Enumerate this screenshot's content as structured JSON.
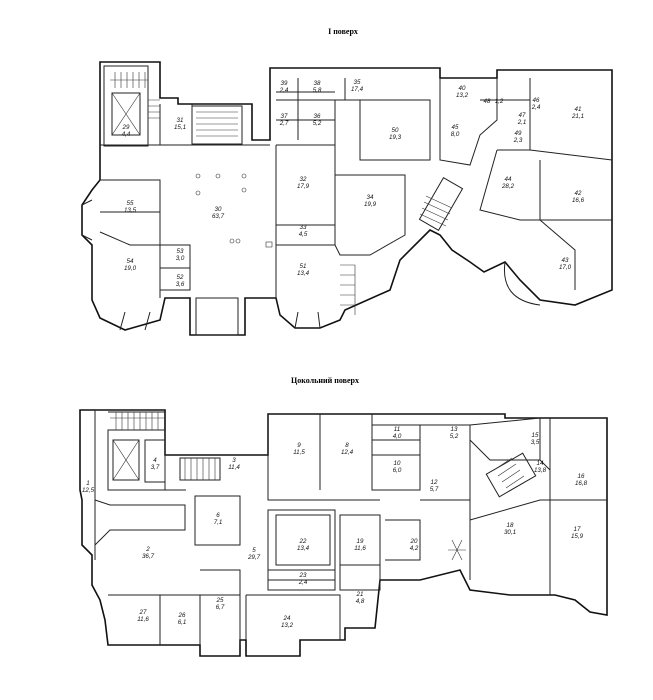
{
  "floors": [
    {
      "title": "І поверх",
      "rooms": [
        {
          "num": "29",
          "area": "4,4"
        },
        {
          "num": "31",
          "area": "15,1"
        },
        {
          "num": "30",
          "area": "63,7"
        },
        {
          "num": "55",
          "area": "13,5"
        },
        {
          "num": "54",
          "area": "19,0"
        },
        {
          "num": "53",
          "area": "3,0"
        },
        {
          "num": "52",
          "area": "3,6"
        },
        {
          "num": "39",
          "area": "2,4"
        },
        {
          "num": "38",
          "area": "5,8"
        },
        {
          "num": "37",
          "area": "2,7"
        },
        {
          "num": "36",
          "area": "5,2"
        },
        {
          "num": "35",
          "area": "17,4"
        },
        {
          "num": "32",
          "area": "17,9"
        },
        {
          "num": "33",
          "area": "4,5"
        },
        {
          "num": "51",
          "area": "13,4"
        },
        {
          "num": "34",
          "area": "19,9"
        },
        {
          "num": "50",
          "area": "19,3"
        },
        {
          "num": "40",
          "area": "13,2"
        },
        {
          "num": "48",
          "area": "1,2"
        },
        {
          "num": "45",
          "area": "8,0"
        },
        {
          "num": "46",
          "area": "2,4"
        },
        {
          "num": "47",
          "area": "2,1"
        },
        {
          "num": "49",
          "area": "2,3"
        },
        {
          "num": "41",
          "area": "21,1"
        },
        {
          "num": "44",
          "area": "28,2"
        },
        {
          "num": "42",
          "area": "16,6"
        },
        {
          "num": "43",
          "area": "17,0"
        }
      ]
    },
    {
      "title": "Цокольний поверх",
      "rooms": [
        {
          "num": "1",
          "area": "12,5"
        },
        {
          "num": "4",
          "area": "3,7"
        },
        {
          "num": "3",
          "area": "11,4"
        },
        {
          "num": "9",
          "area": "11,5"
        },
        {
          "num": "8",
          "area": "12,4"
        },
        {
          "num": "11",
          "area": "4,0"
        },
        {
          "num": "13",
          "area": "5,2"
        },
        {
          "num": "15",
          "area": "3,5"
        },
        {
          "num": "10",
          "area": "6,0"
        },
        {
          "num": "12",
          "area": "5,7"
        },
        {
          "num": "14",
          "area": "13,8"
        },
        {
          "num": "16",
          "area": "16,8"
        },
        {
          "num": "6",
          "area": "7,1"
        },
        {
          "num": "2",
          "area": "36,7"
        },
        {
          "num": "5",
          "area": "29,7"
        },
        {
          "num": "22",
          "area": "13,4"
        },
        {
          "num": "19",
          "area": "11,6"
        },
        {
          "num": "20",
          "area": "4,2"
        },
        {
          "num": "18",
          "area": "30,1"
        },
        {
          "num": "17",
          "area": "15,9"
        },
        {
          "num": "23",
          "area": "2,4"
        },
        {
          "num": "21",
          "area": "4,8"
        },
        {
          "num": "27",
          "area": "11,6"
        },
        {
          "num": "26",
          "area": "6,1"
        },
        {
          "num": "25",
          "area": "6,7"
        },
        {
          "num": "24",
          "area": "13,2"
        }
      ]
    }
  ]
}
